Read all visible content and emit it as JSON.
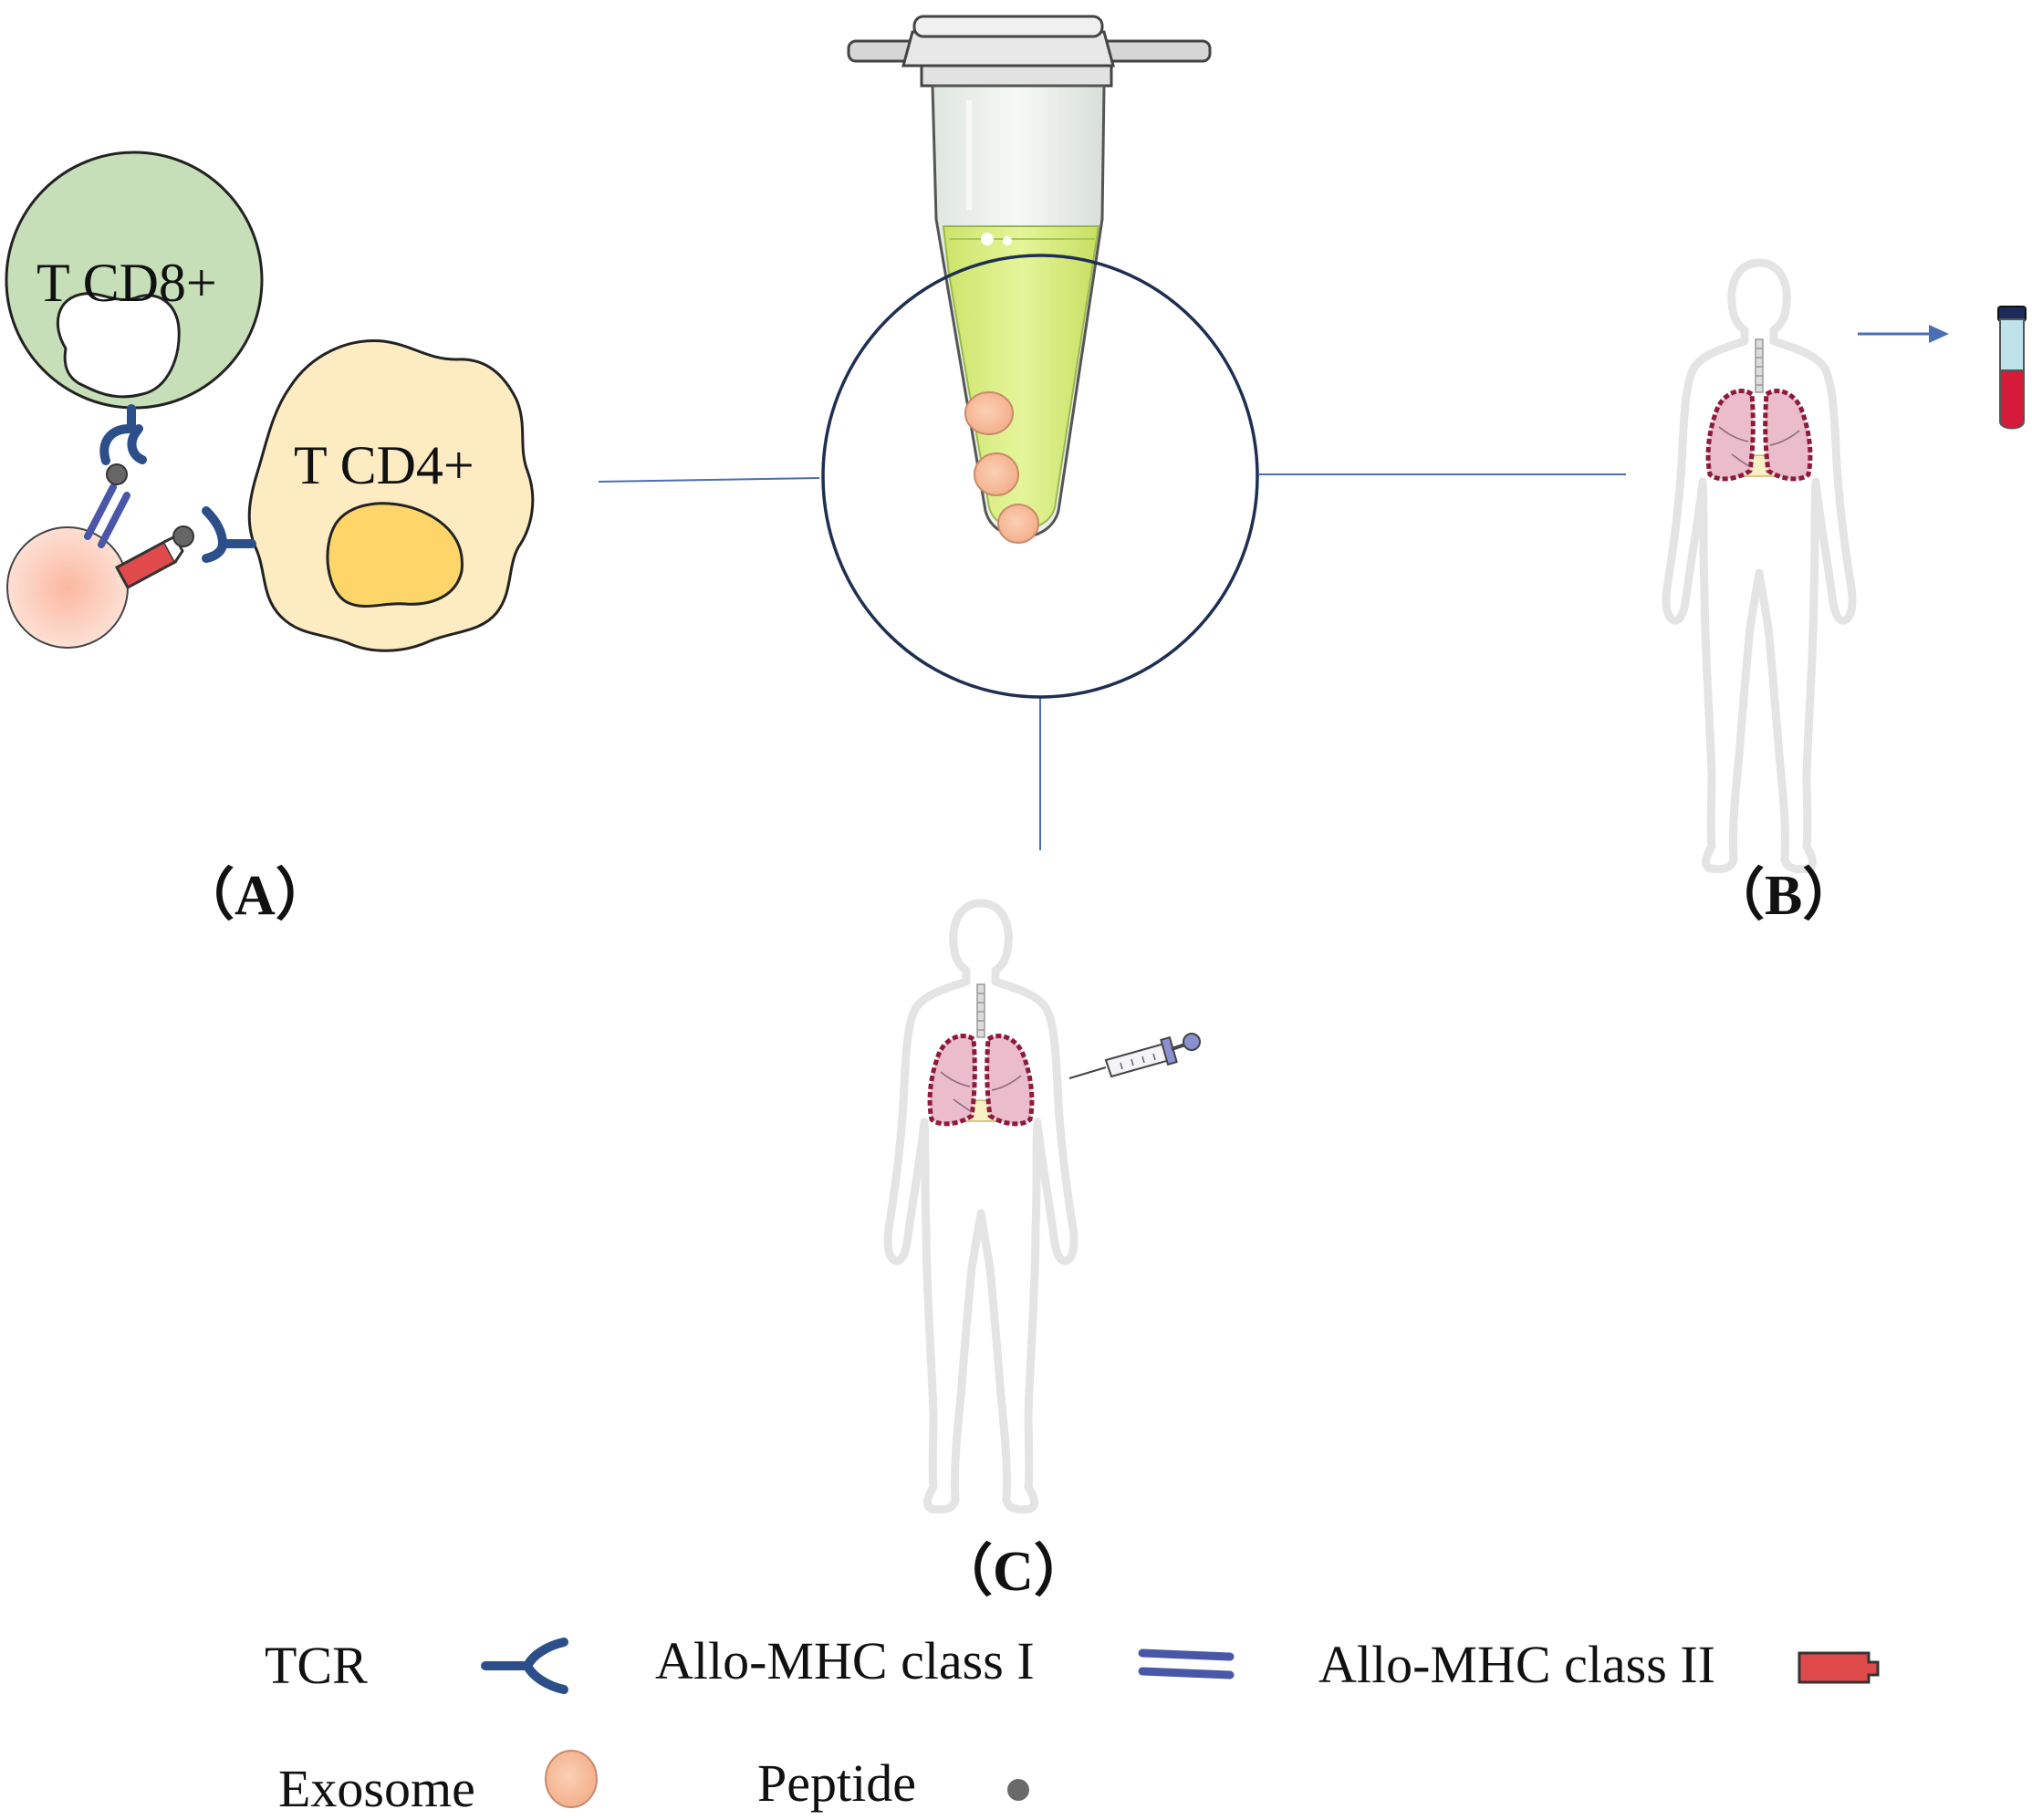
{
  "panels": {
    "a": "（A）",
    "b": "（B）",
    "c": "（C）"
  },
  "cells": {
    "cd8": "T CD8+",
    "cd4": "T CD4+"
  },
  "legend": {
    "tcr": "TCR",
    "mhc1": "Allo-MHC class I",
    "mhc2": "Allo-MHC class II",
    "exosome": "Exosome",
    "peptide": "Peptide"
  },
  "colors": {
    "connector": "#4a6fb5",
    "tcr": "#2c4f8a",
    "mhc1": "#4a56a8",
    "mhc2": "#e04a4a",
    "exosome": "#f7c4a4",
    "peptide": "#666666",
    "cd8_fill": "#c6dfb8",
    "cd4_fill": "#fdebc2",
    "cd4_nucleus": "#fdd568",
    "tube_liquid": "#d9ef7e",
    "lung": "#e8b8c8",
    "lung_outline": "#8e1a3a",
    "blood": "#d61a3a"
  },
  "icons": [
    "tube-icon",
    "human-body-icon",
    "lungs-icon",
    "blood-tube-icon",
    "syringe-icon"
  ]
}
